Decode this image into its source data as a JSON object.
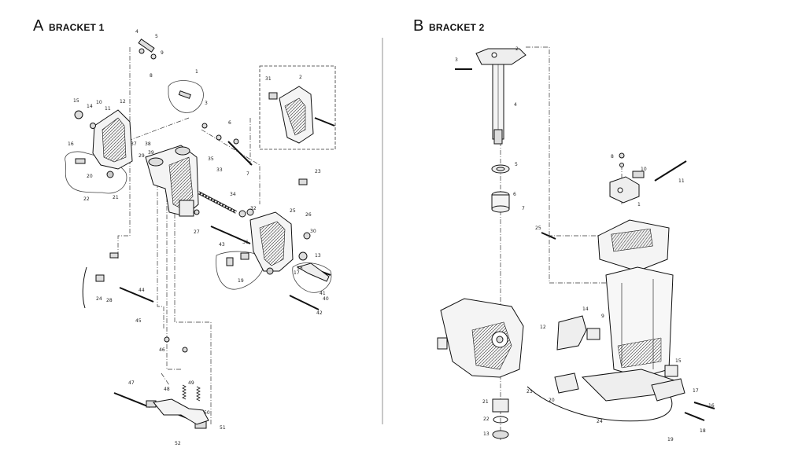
{
  "sections": [
    {
      "letter": "A",
      "title": "BRACKET 1"
    },
    {
      "letter": "B",
      "title": "BRACKET 2"
    }
  ],
  "callouts_a": [
    "1",
    "2",
    "3",
    "4",
    "5",
    "6",
    "7",
    "8",
    "9",
    "10",
    "11",
    "12",
    "13",
    "14",
    "15",
    "16",
    "17",
    "18",
    "19",
    "20",
    "21",
    "22",
    "23",
    "24",
    "25",
    "26",
    "27",
    "28",
    "29",
    "30",
    "31",
    "32",
    "33",
    "34",
    "35",
    "36",
    "37",
    "38",
    "39",
    "40",
    "41",
    "42",
    "43",
    "44",
    "45",
    "46",
    "47",
    "48",
    "49",
    "50",
    "51",
    "52"
  ],
  "callouts_b": [
    "1",
    "2",
    "3",
    "4",
    "5",
    "6",
    "7",
    "8",
    "9",
    "10",
    "11",
    "12",
    "13",
    "14",
    "15",
    "16",
    "17",
    "18",
    "19",
    "20",
    "21",
    "22",
    "23",
    "24",
    "25"
  ]
}
